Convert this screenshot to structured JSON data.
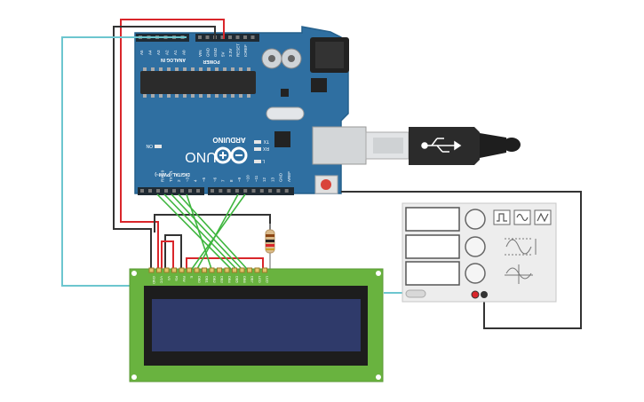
{
  "arduino": {
    "analog_label": "ANALOG IN",
    "analog_pins": [
      "A0",
      "A1",
      "A2",
      "A3",
      "A4",
      "A5"
    ],
    "power_label": "POWER",
    "power_pins": [
      "VIN",
      "GND",
      "GND",
      "5V",
      "3.3V",
      "RESET",
      "IOREF"
    ],
    "digital_label": "DIGITAL (PWM~)",
    "digital_pins": [
      "AREF",
      "GND",
      "13",
      "12",
      "~11",
      "~10",
      "~9",
      "8",
      "7",
      "~6",
      "~5",
      "4",
      "~3",
      "2",
      "TX→1",
      "RX←0"
    ],
    "brand": "UNO",
    "maker": "ARDUINO",
    "on_label": "ON",
    "tx_label": "TX",
    "rx_label": "RX",
    "l_label": "L"
  },
  "lcd": {
    "pins": [
      "GND",
      "VCC",
      "V0",
      "RS",
      "RW",
      "E",
      "DB0",
      "DB1",
      "DB2",
      "DB3",
      "DB4",
      "DB5",
      "DB6",
      "DB7",
      "LED",
      "LED"
    ]
  },
  "function_generator": {
    "wave_buttons": [
      "square-wave-icon",
      "sine-wave-icon",
      "triangle-wave-icon"
    ]
  },
  "colors": {
    "board": "#2f6fa1",
    "wire_red": "#d9262b",
    "wire_black": "#333333",
    "wire_green": "#3fb63f",
    "wire_cyan": "#6cc6cf",
    "lcd_pcb": "#69b33f",
    "lcd_screen": "#2f3a6a"
  }
}
